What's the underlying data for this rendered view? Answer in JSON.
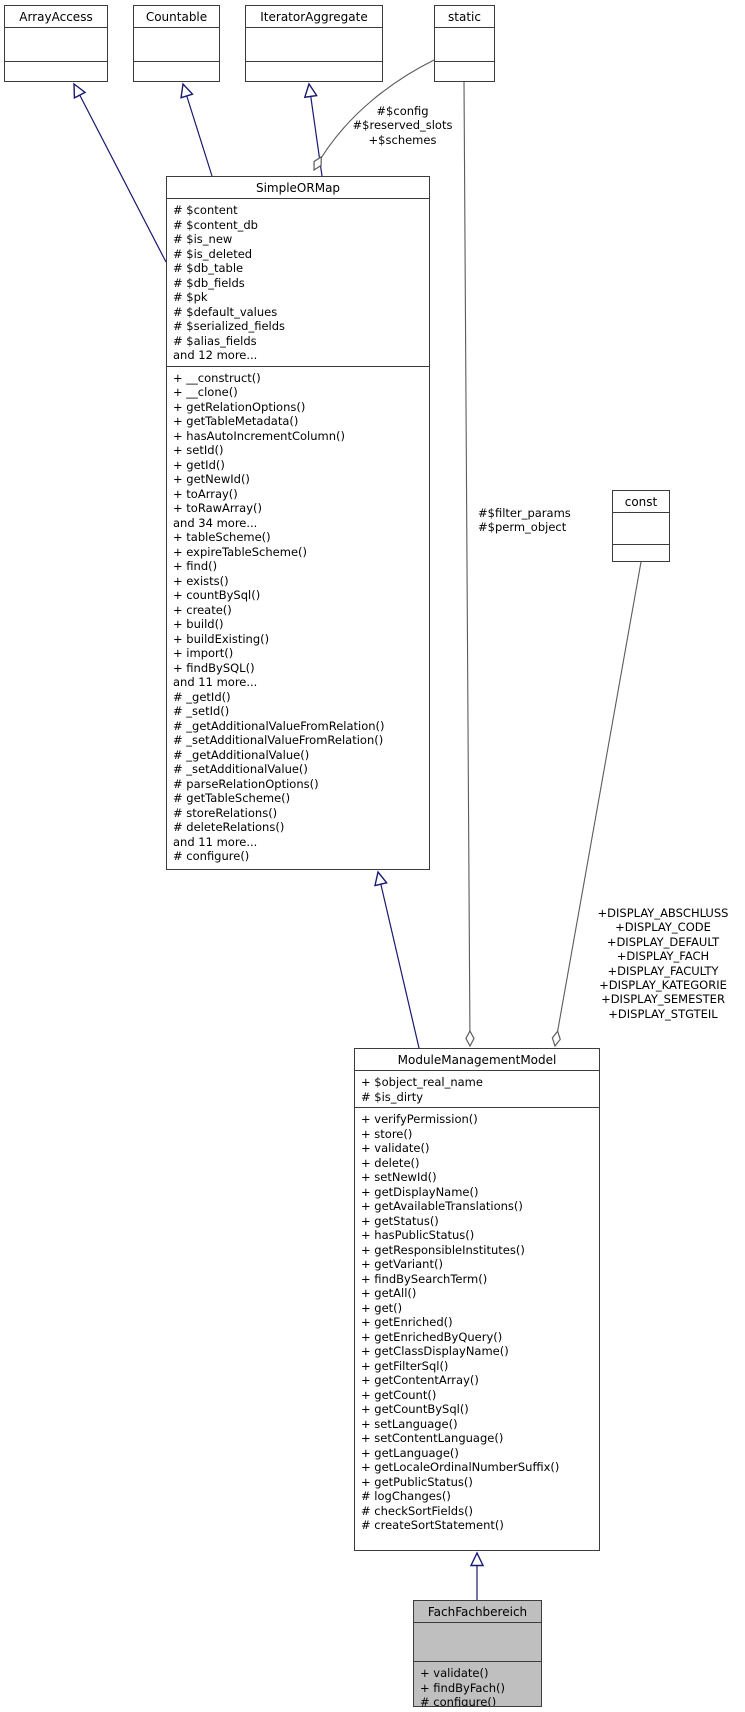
{
  "diagram_title": "UML collaboration diagram",
  "colors": {
    "inheritance_edge": "#191970",
    "aggregation_edge": "#5b5b5b",
    "box_border": "#3c3c3c",
    "highlight_fill": "#bfbfbf",
    "box_fill": "#ffffff"
  },
  "classes": {
    "array_access": {
      "title": "ArrayAccess"
    },
    "countable": {
      "title": "Countable"
    },
    "iterator_aggregate": {
      "title": "IteratorAggregate"
    },
    "static": {
      "title": "static"
    },
    "const": {
      "title": "const"
    },
    "simple_or_map": {
      "title": "SimpleORMap",
      "attributes": [
        "# $content",
        "# $content_db",
        "# $is_new",
        "# $is_deleted",
        "# $db_table",
        "# $db_fields",
        "# $pk",
        "# $default_values",
        "# $serialized_fields",
        "# $alias_fields",
        "and 12 more..."
      ],
      "methods": [
        "+ __construct()",
        "+ __clone()",
        "+ getRelationOptions()",
        "+ getTableMetadata()",
        "+ hasAutoIncrementColumn()",
        "+ setId()",
        "+ getId()",
        "+ getNewId()",
        "+ toArray()",
        "+ toRawArray()",
        "and 34 more...",
        "+ tableScheme()",
        "+ expireTableScheme()",
        "+ find()",
        "+ exists()",
        "+ countBySql()",
        "+ create()",
        "+ build()",
        "+ buildExisting()",
        "+ import()",
        "+ findBySQL()",
        "and 11 more...",
        "# _getId()",
        "# _setId()",
        "# _getAdditionalValueFromRelation()",
        "# _setAdditionalValueFromRelation()",
        "# _getAdditionalValue()",
        "# _setAdditionalValue()",
        "# parseRelationOptions()",
        "# getTableScheme()",
        "# storeRelations()",
        "# deleteRelations()",
        "and 11 more...",
        "# configure()"
      ]
    },
    "module_management_model": {
      "title": "ModuleManagementModel",
      "attributes": [
        "+ $object_real_name",
        "# $is_dirty"
      ],
      "methods": [
        "+ verifyPermission()",
        "+ store()",
        "+ validate()",
        "+ delete()",
        "+ setNewId()",
        "+ getDisplayName()",
        "+ getAvailableTranslations()",
        "+ getStatus()",
        "+ hasPublicStatus()",
        "+ getResponsibleInstitutes()",
        "+ getVariant()",
        "+ findBySearchTerm()",
        "+ getAll()",
        "+ get()",
        "+ getEnriched()",
        "+ getEnrichedByQuery()",
        "+ getClassDisplayName()",
        "+ getFilterSql()",
        "+ getContentArray()",
        "+ getCount()",
        "+ getCountBySql()",
        "+ setLanguage()",
        "+ setContentLanguage()",
        "+ getLanguage()",
        "+ getLocaleOrdinalNumberSuffix()",
        "+ getPublicStatus()",
        "# logChanges()",
        "# checkSortFields()",
        "# createSortStatement()"
      ]
    },
    "fach_fachbereich": {
      "title": "FachFachbereich",
      "attributes": [],
      "methods": [
        "+ validate()",
        "+ findByFach()",
        "# configure()"
      ]
    }
  },
  "edge_labels": {
    "config": [
      "#$config",
      "#$reserved_slots",
      "+$schemes"
    ],
    "filter": [
      "#$filter_params",
      "#$perm_object"
    ],
    "display": [
      "+DISPLAY_ABSCHLUSS",
      "+DISPLAY_CODE",
      "+DISPLAY_DEFAULT",
      "+DISPLAY_FACH",
      "+DISPLAY_FACULTY",
      "+DISPLAY_KATEGORIE",
      "+DISPLAY_SEMESTER",
      "+DISPLAY_STGTEIL"
    ]
  }
}
